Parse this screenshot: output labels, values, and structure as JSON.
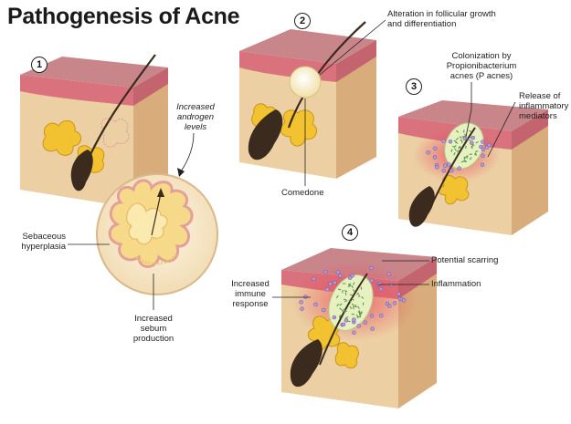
{
  "title": "Pathogenesis of Acne",
  "steps": [
    "1",
    "2",
    "3",
    "4"
  ],
  "labels": {
    "androgen": "Increased\nandrogen\nlevels",
    "hyperplasia": "Sebaceous\nhyperplasia",
    "sebum": "Increased\nsebum\nproduction",
    "alteration": "Alteration in follicular growth\nand differentiation",
    "comedone": "Comedone",
    "colonization": "Colonization by\nPropionibacterium\nacnes (P acnes)",
    "mediators": "Release of\ninflammatory\nmediators",
    "scarring": "Potential scarring",
    "inflammation": "Inflammation",
    "immune": "Increased\nimmune\nresponse"
  },
  "colors": {
    "skin": "#eccfa2",
    "skin_side": "#d9ae7c",
    "epidermis": "#d9727c",
    "sebum": "#f2c230",
    "hair": "#3b2a1e",
    "bacteria": "#5a9a4a",
    "inflammation": "#d23a4a"
  }
}
